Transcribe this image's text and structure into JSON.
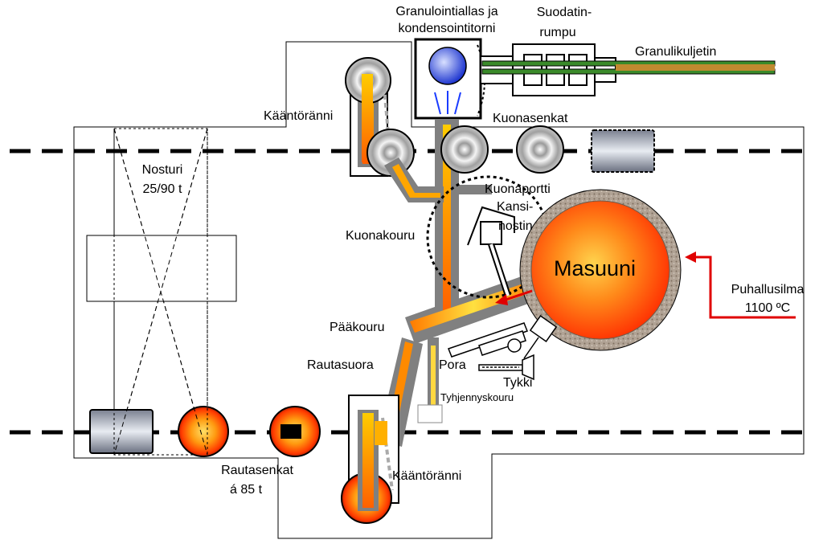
{
  "labels": {
    "granulation_pool": [
      "Granulointiallas ja",
      "kondensointitorni"
    ],
    "filter_drum": [
      "Suodatin-",
      "rumpu"
    ],
    "granule_conveyor": "Granulikuljetin",
    "tilting_runner_top": "Kääntöränni",
    "slag_ladles": "Kuonasenkat",
    "crane": [
      "Nosturi",
      "25/90 t"
    ],
    "slag_gate": "Kuonaportti",
    "cover_crane": [
      "Kansi-",
      "nostin"
    ],
    "slag_runner": "Kuonakouru",
    "blast_furnace": "Masuuni",
    "hot_blast": [
      "Puhallusilma",
      "1100 ºC"
    ],
    "main_runner": "Pääkouru",
    "iron_runner": "Rautasuora",
    "drill": "Pora",
    "mud_gun": "Tykki",
    "drain_runner": "Tyhjennyskouru",
    "iron_ladles": [
      "Rautasenkat",
      "á 85 t"
    ],
    "tilting_runner_bottom": "Kääntöränni"
  },
  "colors": {
    "trough": "#808080",
    "molten": "#ffb000",
    "furnace_core": "#ff3000",
    "furnace_shell": "#a89a8a",
    "hot_blast_arrow": "#e00000",
    "conveyor": "#3a8a2a",
    "tower_sphere": "#3050e0"
  },
  "icons": {
    "slag_ladle": "slag-ladle-icon",
    "iron_ladle": "iron-ladle-icon",
    "furnace": "blast-furnace-icon"
  }
}
